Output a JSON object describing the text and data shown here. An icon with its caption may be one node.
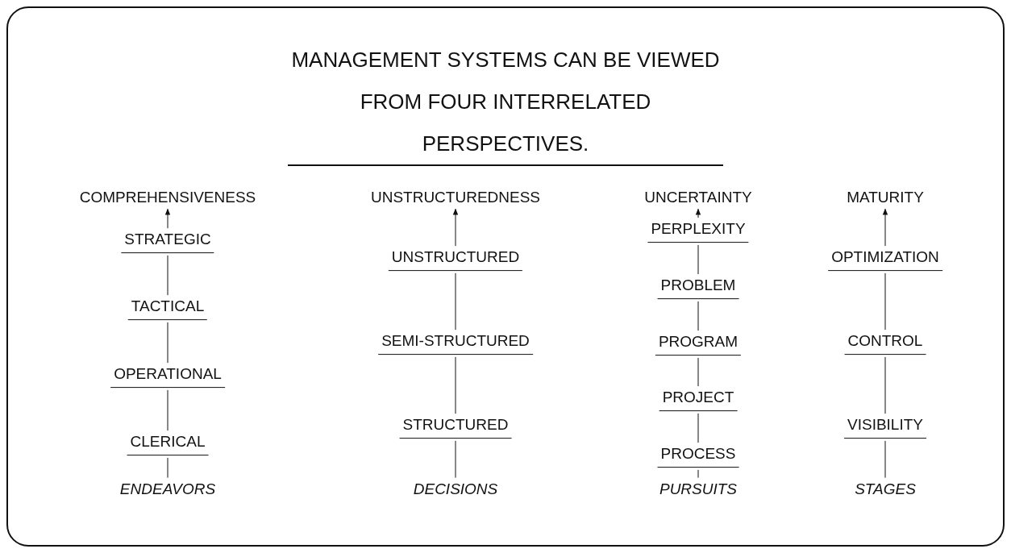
{
  "diagram": {
    "title": "MANAGEMENT SYSTEMS CAN BE VIEWED FROM FOUR INTERRELATED PERSPECTIVES.",
    "nodes": [
      {
        "text": [
          "COMPREHENSIVENESS"
        ]
      },
      {
        "text": [
          "STRATEGIC"
        ]
      },
      {
        "text": [
          "TACTICAL"
        ]
      },
      {
        "text": [
          "OPERATIONAL"
        ]
      },
      {
        "text": [
          "CLERICAL"
        ]
      },
      {
        "text": [
          "ENDEAVORS"
        ]
      },
      {
        "text": [
          "UNSTRUCTUREDNESS"
        ]
      },
      {
        "text": [
          "UNSTRUCTURED"
        ]
      },
      {
        "text": [
          "SEMI-STRUCTURED"
        ]
      },
      {
        "text": [
          "STRUCTURED"
        ]
      },
      {
        "text": [
          "DECISIONS"
        ]
      },
      {
        "text": [
          "UNCERTAINTY"
        ]
      },
      {
        "text": [
          "PERPLEXITY"
        ]
      },
      {
        "text": [
          "PROBLEM"
        ]
      },
      {
        "text": [
          "PROGRAM"
        ]
      },
      {
        "text": [
          "PROJECT"
        ]
      },
      {
        "text": [
          "PROCESS"
        ]
      },
      {
        "text": [
          "PURSUITS"
        ]
      },
      {
        "text": [
          "MATURITY"
        ]
      },
      {
        "text": [
          "OPTIMIZATION"
        ]
      },
      {
        "text": [
          "CONTROL"
        ]
      },
      {
        "text": [
          "VISIBILITY"
        ]
      },
      {
        "text": [
          "STAGES"
        ]
      }
    ],
    "edges": [
      {
        "from": 5,
        "to": 4,
        "arrow": "none"
      },
      {
        "from": 4,
        "to": 3,
        "arrow": "none"
      },
      {
        "from": 3,
        "to": 2,
        "arrow": "none"
      },
      {
        "from": 2,
        "to": 1,
        "arrow": "none"
      },
      {
        "from": 1,
        "to": 0,
        "arrow": "to"
      },
      {
        "from": 10,
        "to": 9,
        "arrow": "none"
      },
      {
        "from": 9,
        "to": 8,
        "arrow": "none"
      },
      {
        "from": 8,
        "to": 7,
        "arrow": "none"
      },
      {
        "from": 7,
        "to": 6,
        "arrow": "to"
      },
      {
        "from": 17,
        "to": 16,
        "arrow": "none"
      },
      {
        "from": 16,
        "to": 15,
        "arrow": "none"
      },
      {
        "from": 15,
        "to": 14,
        "arrow": "none"
      },
      {
        "from": 14,
        "to": 13,
        "arrow": "none"
      },
      {
        "from": 13,
        "to": 12,
        "arrow": "none"
      },
      {
        "from": 12,
        "to": 11,
        "arrow": "to"
      },
      {
        "from": 22,
        "to": 21,
        "arrow": "none"
      },
      {
        "from": 21,
        "to": 20,
        "arrow": "none"
      },
      {
        "from": 20,
        "to": 19,
        "arrow": "none"
      },
      {
        "from": 19,
        "to": 18,
        "arrow": "to"
      }
    ]
  }
}
